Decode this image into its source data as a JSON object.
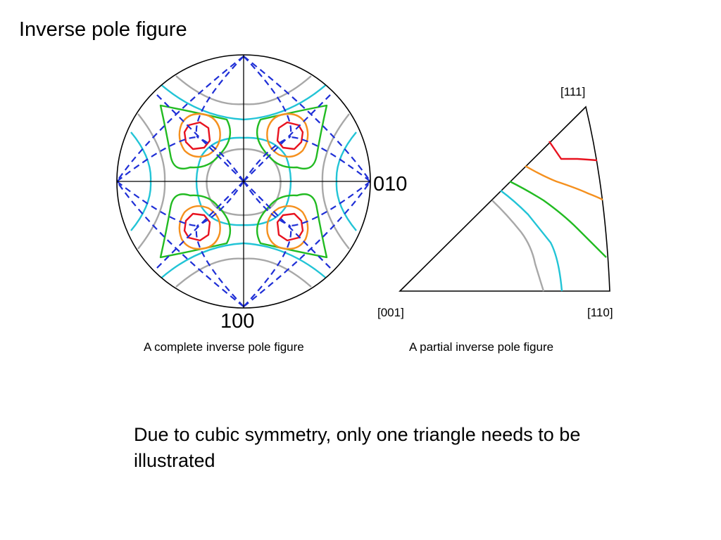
{
  "title": "Inverse pole figure",
  "complete_figure": {
    "label_right": "010",
    "label_bottom": "100",
    "caption": "A complete inverse pole figure"
  },
  "partial_figure": {
    "label_top": "[111]",
    "label_left": "[001]",
    "label_right": "[110]",
    "caption": "A partial inverse pole figure"
  },
  "note": "Due to cubic symmetry, only one triangle needs to be illustrated",
  "colors": {
    "red": "#e8121f",
    "orange": "#f5901e",
    "green": "#22bb22",
    "cyan": "#22c4d6",
    "gray": "#a8a8a8",
    "blue_dashed": "#1f2fd6",
    "outline": "#000000"
  }
}
